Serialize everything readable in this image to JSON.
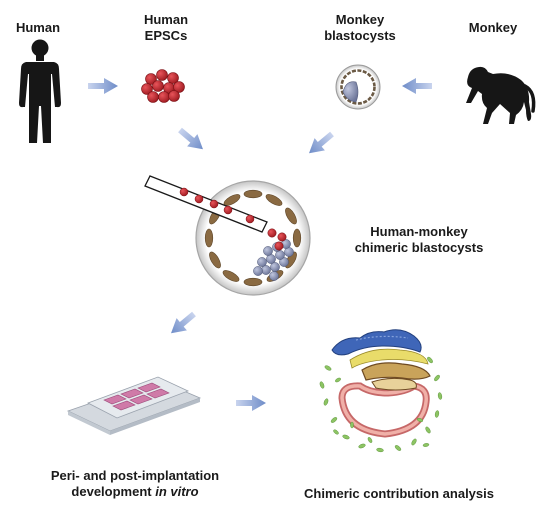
{
  "labels": {
    "human": "Human",
    "human_epscs_line1": "Human",
    "human_epscs_line2": "EPSCs",
    "monkey_blastocysts_line1": "Monkey",
    "monkey_blastocysts_line2": "blastocysts",
    "monkey": "Monkey",
    "chimeric_line1": "Human-monkey",
    "chimeric_line2": "chimeric blastocysts",
    "development_line1": "Peri- and post-implantation",
    "development_line2_prefix": "development ",
    "development_line2_italic": "in vitro",
    "analysis": "Chimeric contribution analysis"
  },
  "colors": {
    "arrow": "#7f99cf",
    "human_cell": "#c0272d",
    "monkey_icm": "#8a93b8",
    "trophectoderm": "#8a6a42",
    "zona": "#d2d2d2",
    "dish": "#c8ced6",
    "well": "#cf7aa8",
    "epiblast_blue": "#3f66b8",
    "yolk_tan": "#c9a35a",
    "pink_layer": "#e08a8a",
    "green_cells": "#8dc463"
  },
  "icons": {
    "human": "human-silhouette-icon",
    "monkey": "monkey-silhouette-icon"
  }
}
